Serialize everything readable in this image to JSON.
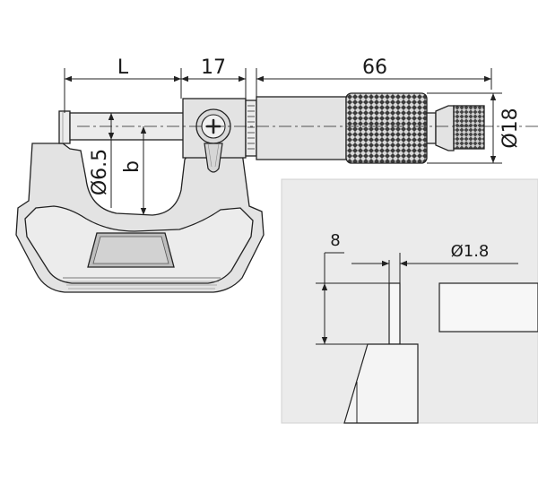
{
  "main_view": {
    "dim_L": "L",
    "dim_17": "17",
    "dim_66": "66",
    "dim_diam_6_5": "Ø6.5",
    "dim_b": "b",
    "dim_diam_18": "Ø18"
  },
  "detail_view": {
    "dim_8": "8",
    "dim_diam_1_8": "Ø1.8"
  },
  "colors": {
    "body_fill": "#e3e3e3",
    "detail_bg": "#ebebeb",
    "line": "#222222"
  }
}
